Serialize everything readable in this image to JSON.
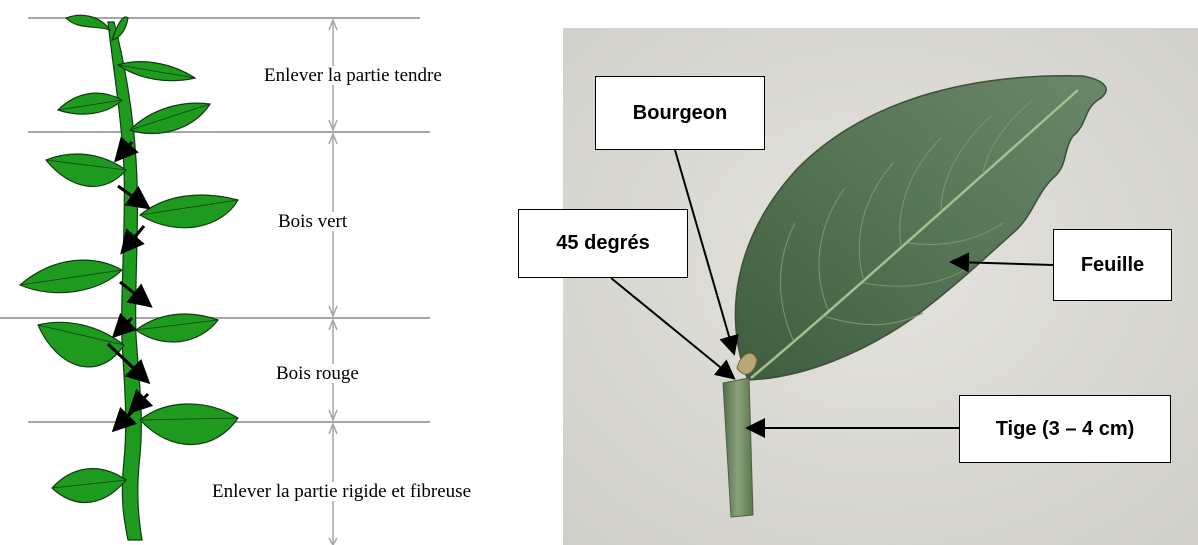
{
  "left_diagram": {
    "zones": [
      {
        "label": "Enlever la partie tendre"
      },
      {
        "label": "Bois vert"
      },
      {
        "label": "Bois rouge"
      },
      {
        "label": "Enlever la partie rigide et fibreuse"
      }
    ]
  },
  "right_photo": {
    "callouts": {
      "bourgeon": "Bourgeon",
      "angle": "45 degrés",
      "feuille": "Feuille",
      "tige": "Tige (3 – 4 cm)"
    }
  },
  "colors": {
    "leaf_fill": "#1e9a1e",
    "leaf_outline": "#0f3d0f",
    "photo_background": "#d9d8d3",
    "photo_leaf": "#4f6d4e",
    "guide_line": "#a6a6a6"
  }
}
